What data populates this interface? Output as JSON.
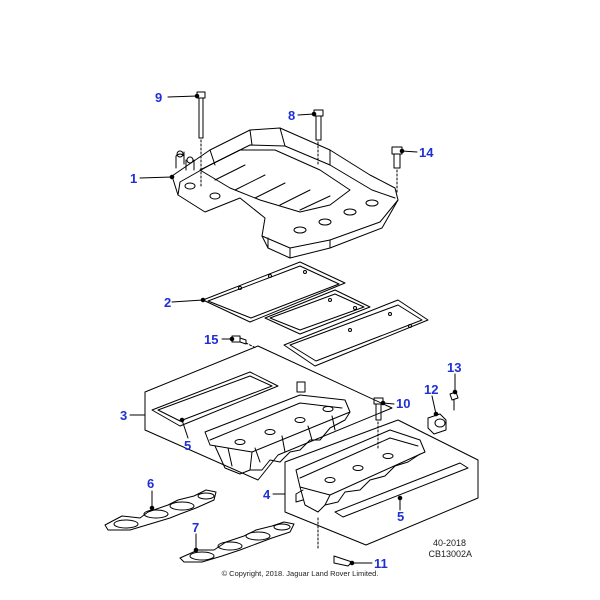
{
  "callouts": {
    "c1": "1",
    "c2": "2",
    "c3": "3",
    "c4": "4",
    "c5a": "5",
    "c5b": "5",
    "c6": "6",
    "c7": "7",
    "c8": "8",
    "c9": "9",
    "c10": "10",
    "c11": "11",
    "c12": "12",
    "c13": "13",
    "c14": "14",
    "c15": "15"
  },
  "reference": {
    "date_code": "40-2018",
    "drawing_number": "CB13002A"
  },
  "copyright": "© Copyright, 2018. Jaguar Land Rover Limited.",
  "colors": {
    "callout": "#1f2fd6",
    "line": "#000000"
  }
}
